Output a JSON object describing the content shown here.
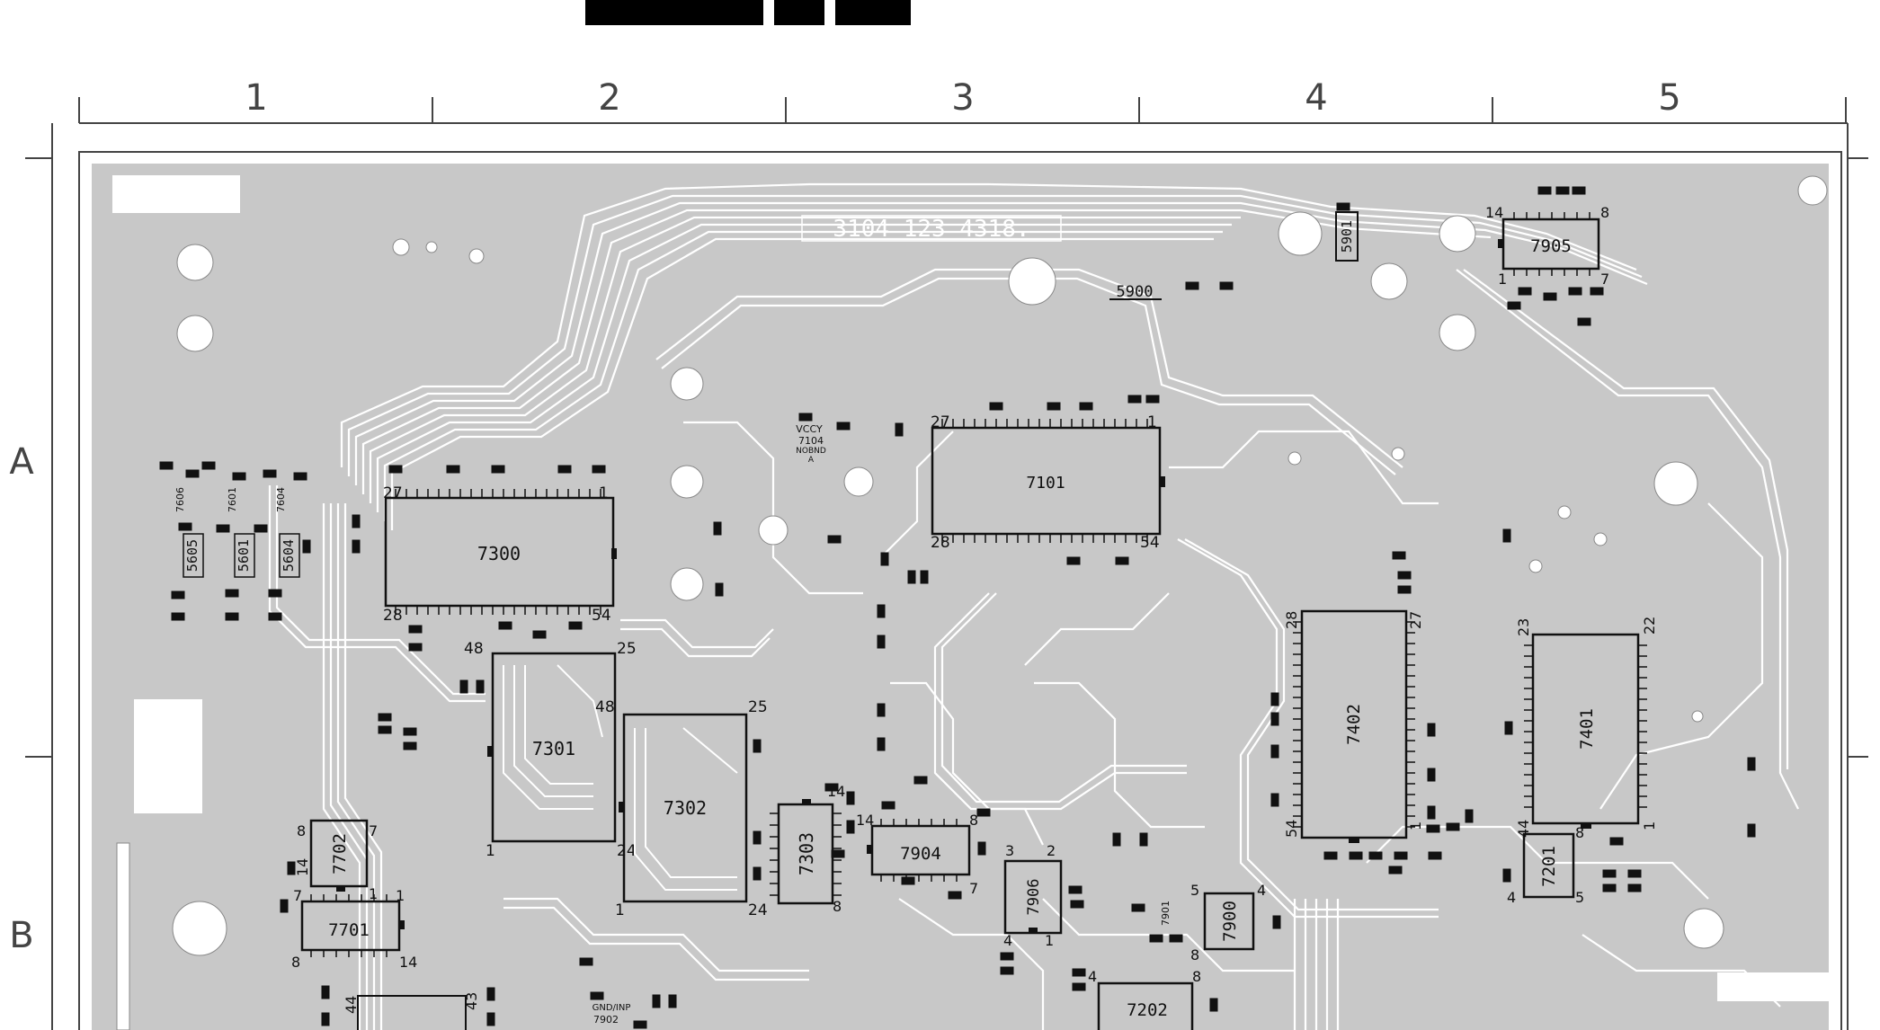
{
  "colors": {
    "background": "#ffffff",
    "board": "#c8c8c8",
    "trace": "#ffffff",
    "ink": "#111111",
    "ruler": "#444444",
    "redaction": "#000000"
  },
  "board_id": "3104 123 4318.",
  "columns": [
    "1",
    "2",
    "3",
    "4",
    "5"
  ],
  "rows": [
    "A",
    "B"
  ],
  "components": {
    "c7300": "7300",
    "c7301": "7301",
    "c7302": "7302",
    "c7303": "7303",
    "c7101": "7101",
    "c7402": "7402",
    "c7401": "7401",
    "c7201": "7201",
    "c7202": "7202",
    "c7702": "7702",
    "c7701": "7701",
    "c7904": "7904",
    "c7906": "7906",
    "c7900": "7900",
    "c7905": "7905",
    "c5900": "5900",
    "c5901": "5901",
    "c5605": "5605",
    "c5601": "5601",
    "c5604": "5604",
    "c7606": "7606",
    "c7601": "7601",
    "c7604": "7604",
    "c7104": "7104",
    "c7901": "7901",
    "c7902": "7902"
  },
  "pins": {
    "p7300_27": "27",
    "p7300_1": "1",
    "p7300_28": "28",
    "p7300_54": "54",
    "p7301_48": "48",
    "p7301_25": "25",
    "p7301_1": "1",
    "p7301_24": "24",
    "p7302_48": "48",
    "p7302_25": "25",
    "p7302_1": "1",
    "p7302_24": "24",
    "p7303_14": "14",
    "p7303_8": "8",
    "p7101_27": "27",
    "p7101_1": "1",
    "p7101_28": "28",
    "p7101_54": "54",
    "p7402_28": "28",
    "p7402_27": "27",
    "p7402_54": "54",
    "p7402_1": "1",
    "p7401_23": "23",
    "p7401_22": "22",
    "p7401_44": "44",
    "p7401_1": "1",
    "p7201_8": "8",
    "p7201_4": "4",
    "p7201_5": "5",
    "p7702_8": "8",
    "p7702_7": "7",
    "p7702_14": "14",
    "p7702_1": "1",
    "p7701_7": "7",
    "p7701_1": "1",
    "p7701_8": "8",
    "p7701_14": "14",
    "p7904_14": "14",
    "p7904_8": "8",
    "p7904_7": "7",
    "p7906_3": "3",
    "p7906_2": "2",
    "p7906_4": "4",
    "p7906_1": "1",
    "p7900_5": "5",
    "p7900_4": "4",
    "p7900_8": "8",
    "p7905_14": "14",
    "p7905_8": "8",
    "p7905_1": "1",
    "p7905_7": "7",
    "p7202_4": "4",
    "p7202_8": "8",
    "p_bot_44": "44",
    "p_bot_43": "43"
  },
  "mini": {
    "vccy": "VCCY",
    "nobnd": "NOBND",
    "a": "A",
    "gnd": "GND/INP"
  }
}
